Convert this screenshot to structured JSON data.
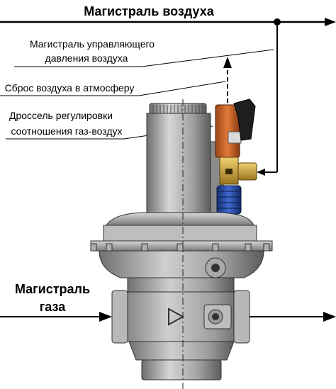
{
  "labels": {
    "air_main": "Магистраль воздуха",
    "control_line_1": "Магистраль управляющего",
    "control_line_2": "давления воздуха",
    "vent": "Сброс воздуха в атмосферу",
    "throttle_1": "Дроссель регулировки",
    "throttle_2": "соотношения газ-воздух",
    "gas_main_1": "Магистраль",
    "gas_main_2": "газа"
  },
  "colors": {
    "body_gray": "#9a9a9a",
    "body_light": "#c9c9c9",
    "body_dark": "#5e5e5e",
    "throttle_orange": "#c8642a",
    "brass": "#c9a035",
    "blue_fitting": "#2a4fa8",
    "handle_black": "#1e1e1e",
    "line": "#000000"
  }
}
